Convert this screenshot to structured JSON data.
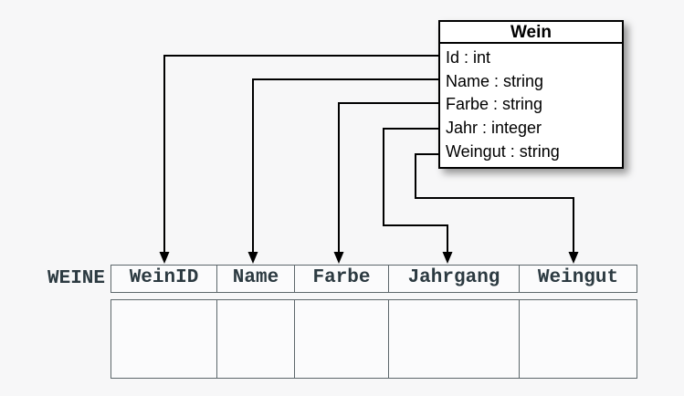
{
  "diagram": {
    "class_box": {
      "title": "Wein",
      "attributes": [
        "Id : int",
        "Name : string",
        "Farbe : string",
        "Jahr : integer",
        "Weingut : string"
      ]
    },
    "table": {
      "name": "WEINE",
      "columns": [
        "WeinID",
        "Name",
        "Farbe",
        "Jahrgang",
        "Weingut"
      ],
      "body_rows": [
        [
          "",
          "",
          "",
          "",
          ""
        ]
      ]
    },
    "mappings": [
      {
        "from": "Id",
        "to": "WeinID"
      },
      {
        "from": "Name",
        "to": "Name"
      },
      {
        "from": "Farbe",
        "to": "Farbe"
      },
      {
        "from": "Jahr",
        "to": "Jahrgang"
      },
      {
        "from": "Weingut",
        "to": "Weingut"
      }
    ]
  },
  "colors": {
    "background": "#f7f7f8",
    "box_fill": "#ffffff",
    "box_border": "#000000",
    "connector": "#000000",
    "table_border": "#5d676b",
    "table_text": "#2c3a41",
    "cell_fill": "#fbfbfc"
  }
}
